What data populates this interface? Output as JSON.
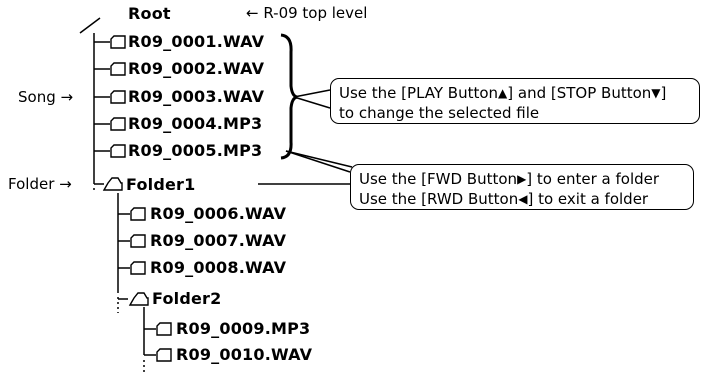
{
  "root": {
    "label": "Root",
    "note": "← R-09 top level"
  },
  "side_labels": {
    "song": "Song →",
    "folder": "Folder →"
  },
  "root_files": [
    "R09_0001.WAV",
    "R09_0002.WAV",
    "R09_0003.WAV",
    "R09_0004.MP3",
    "R09_0005.MP3"
  ],
  "folder1": {
    "name": "Folder1",
    "files": [
      "R09_0006.WAV",
      "R09_0007.WAV",
      "R09_0008.WAV"
    ]
  },
  "folder2": {
    "name": "Folder2",
    "files": [
      "R09_0009.MP3",
      "R09_0010.WAV"
    ]
  },
  "callout_select": {
    "line1_pre": "Use the [PLAY Button",
    "line1_play_icon": "▲",
    "line1_mid": "] and [STOP Button",
    "line1_stop_icon": "▼",
    "line1_post": "]",
    "line2": "to change the selected file"
  },
  "callout_folder": {
    "line1_pre": "Use the [FWD Button",
    "line1_icon": "▶",
    "line1_post": "] to enter a folder",
    "line2_pre": "Use the [RWD Button",
    "line2_icon": "◀",
    "line2_post": "] to exit a folder"
  }
}
